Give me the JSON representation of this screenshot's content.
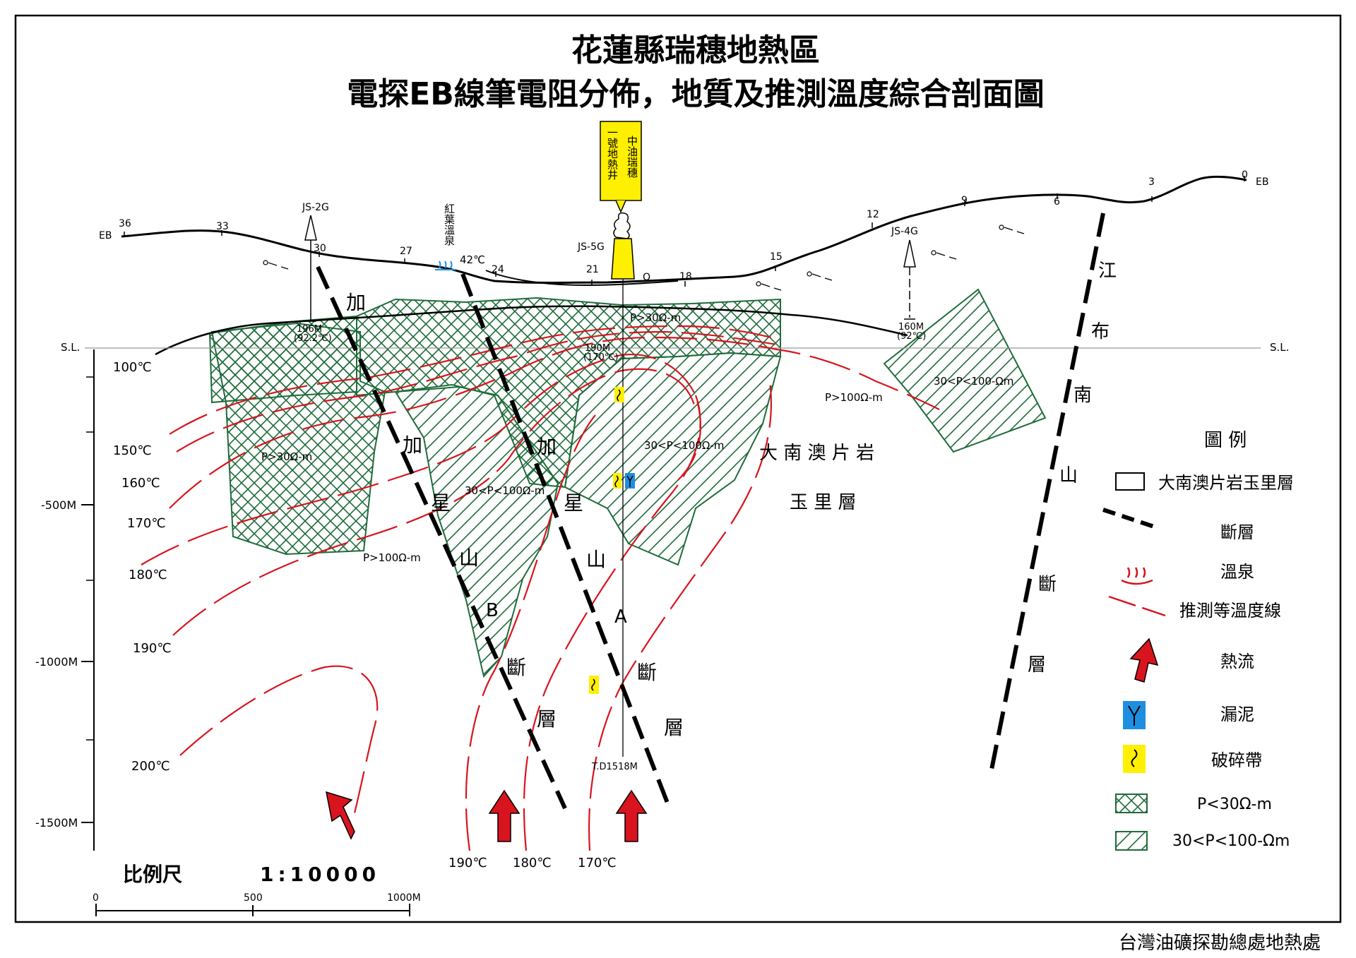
{
  "title": {
    "line1": "花蓮縣瑞穗地熱區",
    "line2": "電探EB線筆電阻分佈，地質及推測溫度綜合剖面圖"
  },
  "well_label": [
    "中油瑞穗",
    "一號地熱井"
  ],
  "surface": {
    "profile_name": "EB",
    "stations": [
      "36",
      "33",
      "30",
      "27",
      "24",
      "21",
      "18",
      "15",
      "12",
      "9",
      "6",
      "3",
      "0"
    ],
    "q_mark": "Q",
    "sea_level": "S.L."
  },
  "hot_spring": {
    "name": "紅葉溫泉",
    "temp": "42℃"
  },
  "wells": [
    {
      "name": "JS-2G",
      "depth": "196M",
      "temp": "(92.2℃)"
    },
    {
      "name": "JS-5G",
      "depth": "190M",
      "temp": "(170℃)",
      "td": "T.D1518M"
    },
    {
      "name": "JS-4G",
      "depth": "160M",
      "temp": "(92℃)"
    }
  ],
  "depth_axis": [
    "-500M",
    "-1000M",
    "-1500M"
  ],
  "isotherms_left": [
    "100℃",
    "150℃",
    "160℃",
    "170℃",
    "180℃",
    "190℃",
    "200℃"
  ],
  "isotherms_bottom": [
    "190℃",
    "180℃",
    "170℃"
  ],
  "resistivity_labels": [
    "P>30Ω-m",
    "P>30Ω-m",
    "P>100Ω-m",
    "P>100Ω-m",
    "30<P<100Ω-m",
    "30<P<100Ω-m",
    "30<P<100-Ωm"
  ],
  "faults": {
    "b_chars": [
      "加",
      "加",
      "星",
      "山",
      "B",
      "斷",
      "層"
    ],
    "a_chars": [
      "加",
      "星",
      "山",
      "A",
      "斷",
      "層"
    ],
    "jiangbu_chars": [
      "江",
      "布",
      "南",
      "山",
      "斷",
      "層"
    ]
  },
  "formation": [
    "大 南 澳 片 岩",
    "玉 里 層"
  ],
  "legend": {
    "title": "圖 例",
    "items": [
      {
        "key": "schist",
        "label": "大南澳片岩玉里層"
      },
      {
        "key": "fault",
        "label": "斷層"
      },
      {
        "key": "spring",
        "label": "溫泉"
      },
      {
        "key": "isotherm",
        "label": "推測等溫度線"
      },
      {
        "key": "heatflow",
        "label": "熱流"
      },
      {
        "key": "mudloss",
        "label": "漏泥"
      },
      {
        "key": "fracture",
        "label": "破碎帶"
      },
      {
        "key": "low_res",
        "label": "P<30Ω-m"
      },
      {
        "key": "mid_res",
        "label": "30<P<100-Ωm"
      }
    ]
  },
  "scale": {
    "label": "比例尺",
    "ratio": "1:10000",
    "ticks": [
      "0",
      "500",
      "1000M"
    ]
  },
  "credit": "台灣油礦探勘總處地熱處",
  "colors": {
    "green": "#1f6b3a",
    "red": "#d8141e",
    "yellow": "#ffef00",
    "blue": "#1e8fe0"
  }
}
